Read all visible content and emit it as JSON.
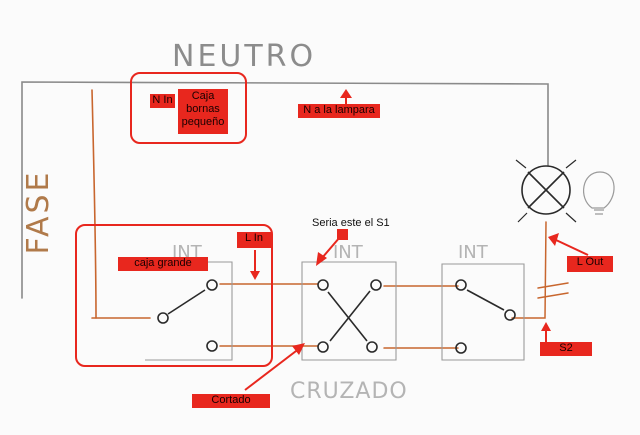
{
  "handwritten": {
    "neutro": "NEUTRO",
    "fase": "FASE",
    "int_1": "INT",
    "int_2": "INT",
    "int_3": "INT",
    "cruzado": "CRUZADO"
  },
  "annotations": {
    "n_in": "N In",
    "caja_bornas_1": "Caja",
    "caja_bornas_2": "bornas",
    "caja_bornas_3": "pequeño",
    "n_lampara": "N a la lampara",
    "caja_grande": "caja grande",
    "l_in": "L In",
    "seria_s1": "Seria este el S1",
    "l_out": "L Out",
    "s2": "S2",
    "cortado": "Cortado"
  },
  "colors": {
    "annotation_red": "#e8271e",
    "pencil": "#7c7c7c",
    "wire_orange": "#c8662e",
    "ink": "#2a2a2a"
  }
}
